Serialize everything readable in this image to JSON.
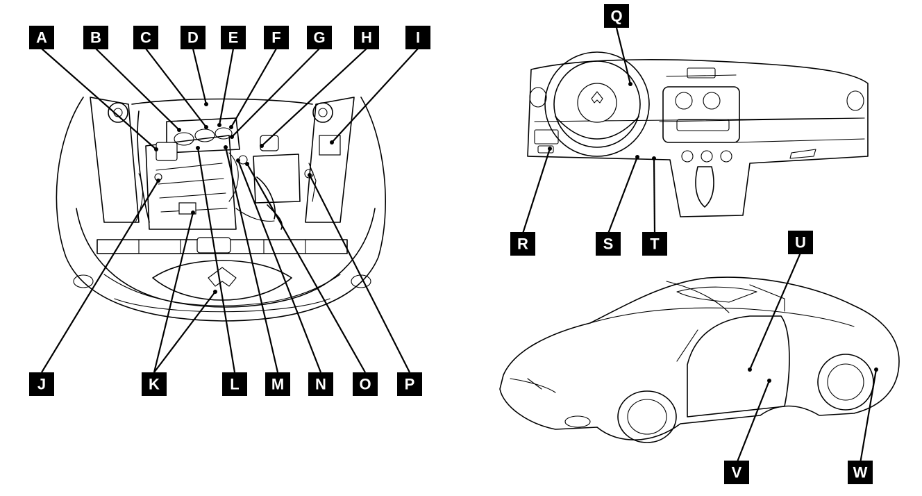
{
  "labels": {
    "A": "A",
    "B": "B",
    "C": "C",
    "D": "D",
    "E": "E",
    "F": "F",
    "G": "G",
    "H": "H",
    "I": "I",
    "J": "J",
    "K": "K",
    "L": "L",
    "M": "M",
    "N": "N",
    "O": "O",
    "P": "P",
    "Q": "Q",
    "R": "R",
    "S": "S",
    "T": "T",
    "U": "U",
    "V": "V",
    "W": "W"
  },
  "colors": {
    "label_box": "#000000",
    "label_text": "#ffffff",
    "line": "#000000",
    "background": "#ffffff"
  }
}
